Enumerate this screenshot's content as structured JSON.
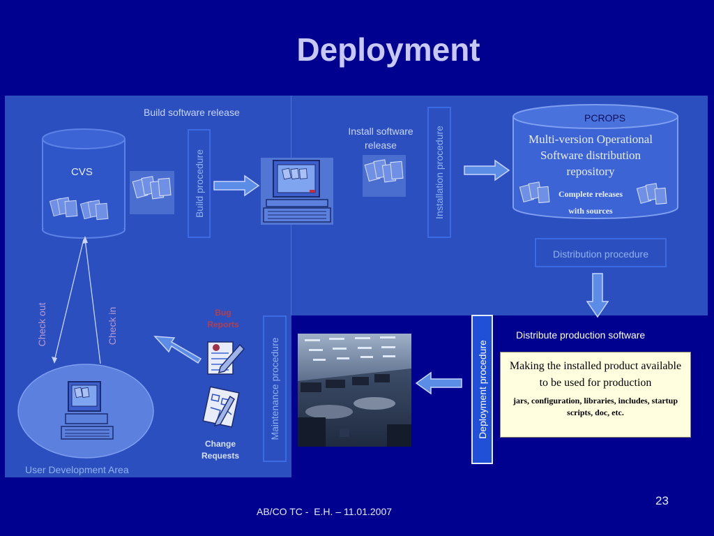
{
  "slide": {
    "title": "Deployment",
    "page_number": "23",
    "footer": "AB/CO TC -  E.H. – 11.01.2007"
  },
  "build": {
    "heading": "Build software release",
    "cvs_label": "CVS",
    "procedure": "Build procedure"
  },
  "install": {
    "heading": "Install software release",
    "procedure": "Installation procedure"
  },
  "repository": {
    "name": "PCROPS",
    "description": "Multi-version Operational Software distribution repository",
    "contents": "Complete releases with sources",
    "procedure": "Distribution procedure"
  },
  "development": {
    "check_out": "Check out",
    "check_in": "Check in",
    "bug_reports": "Bug Reports",
    "change_requests": "Change Requests",
    "maintenance": "Maintenance procedure",
    "area": "User Development Area"
  },
  "deployment": {
    "procedure": "Deployment procedure",
    "heading": "Distribute production software",
    "note_main": "Making the installed product available to be used for production",
    "note_detail": "jars, configuration, libraries, includes, startup scripts, doc, etc."
  },
  "colors": {
    "background": "#01018f",
    "panel": "#2c4fc0",
    "accent_text": "#c8c8f5",
    "note_bg": "#ffffe0",
    "bug_label": "#b04050"
  }
}
